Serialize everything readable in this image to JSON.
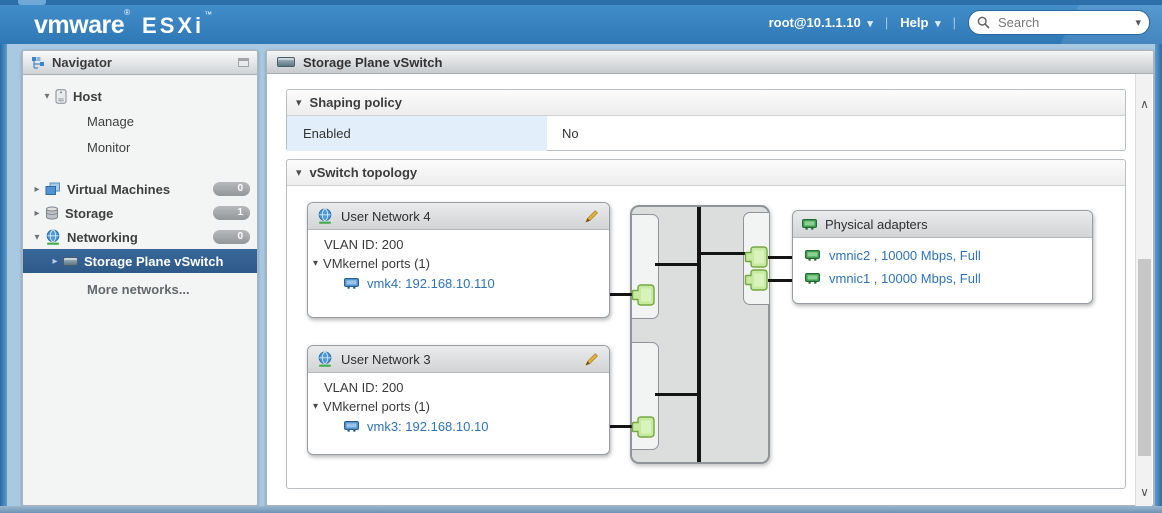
{
  "glyphs": {
    "caret_down": "▾",
    "caret_right": "▸",
    "separator": "|",
    "reg": "®",
    "tm": "™",
    "chevron_up": "∧",
    "chevron_down": "∨"
  },
  "colors": {
    "banner_blue": "#3a85c4",
    "link_blue": "#2e73b8",
    "selected_row_blue": "#33608c",
    "connector_green": "#c7e9a0",
    "connector_border_green": "#74a83f",
    "enabled_cell_blue": "#e2effa"
  },
  "topbar": {
    "brand_vm": "vm",
    "brand_ware": "ware",
    "brand_product": "ESXi",
    "user_menu": "root@10.1.1.10",
    "help_label": "Help",
    "search_placeholder": "Search"
  },
  "sidebar": {
    "title": "Navigator",
    "host": {
      "label": "Host"
    },
    "manage": {
      "label": "Manage"
    },
    "monitor": {
      "label": "Monitor"
    },
    "virtual_machines": {
      "label": "Virtual Machines",
      "badge": "0"
    },
    "storage": {
      "label": "Storage",
      "badge": "1"
    },
    "networking": {
      "label": "Networking",
      "badge": "0"
    },
    "selected_vswitch": {
      "label": "Storage Plane vSwitch"
    },
    "more_networks": {
      "label": "More networks..."
    }
  },
  "main": {
    "title": "Storage Plane vSwitch",
    "shaping_policy": {
      "title": "Shaping policy",
      "rows": [
        {
          "key": "Enabled",
          "value": "No"
        }
      ]
    },
    "topology": {
      "title": "vSwitch topology",
      "port_groups": [
        {
          "name": "User Network 4",
          "vlan": "VLAN ID: 200",
          "vmkernel_ports": "VMkernel ports (1)",
          "vmk": "vmk4: 192.168.10.110"
        },
        {
          "name": "User Network 3",
          "vlan": "VLAN ID: 200",
          "vmkernel_ports": "VMkernel ports (1)",
          "vmk": "vmk3: 192.168.10.10"
        }
      ],
      "physical_adapters": {
        "title": "Physical adapters",
        "items": [
          "vmnic2 , 10000 Mbps, Full",
          "vmnic1 , 10000 Mbps, Full"
        ]
      }
    }
  }
}
